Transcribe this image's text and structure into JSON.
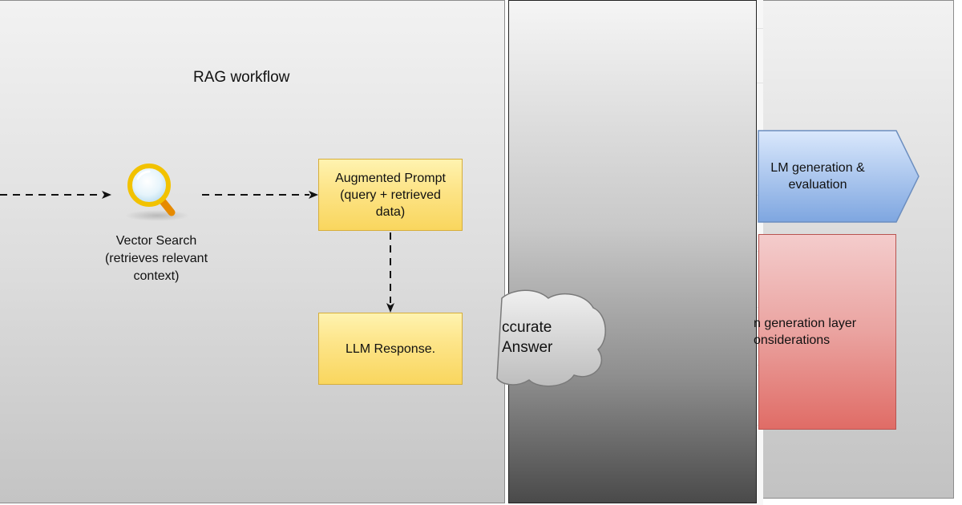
{
  "diagram": {
    "title": "RAG workflow",
    "vector_search_label": "Vector Search\n(retrieves relevant\ncontext)",
    "augmented_prompt_label": "Augmented Prompt (query + retrieved data)",
    "llm_response_label": "LLM Response.",
    "cloud_label": "ccurate\nAnswer",
    "generation_label": "LM generation & evaluation",
    "considerations_label": "n generation layer\nonsiderations"
  },
  "colors": {
    "process_fill": "#fde58a",
    "process_stroke": "#d6ae3a",
    "blue_fill": "#a9c4eb",
    "blue_stroke": "#6c8ebf",
    "red_fill": "#eaa3a0",
    "red_stroke": "#b85450",
    "cloud_fill": "#cfcfcf",
    "magnifier_rim": "#f2c200",
    "magnifier_handle": "#e68a00"
  },
  "icons": {
    "search": "magnifier-icon"
  }
}
